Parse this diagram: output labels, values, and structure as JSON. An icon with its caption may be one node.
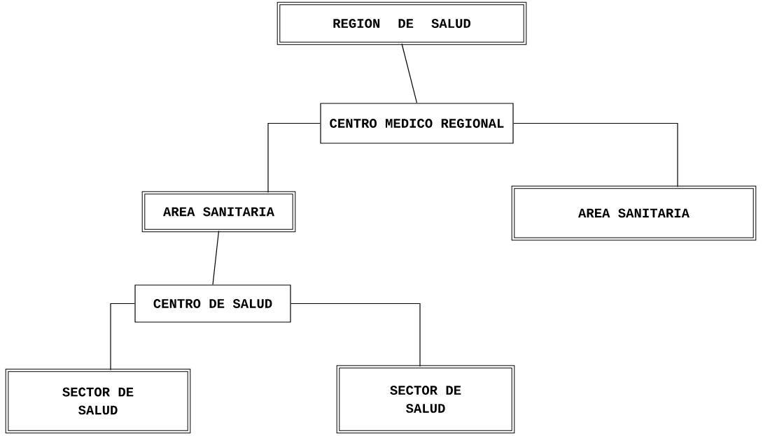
{
  "diagram": {
    "nodes": [
      {
        "text": [
          "REGION DE SALUD"
        ]
      },
      {
        "text": [
          "CENTRO MEDICO REGIONAL"
        ]
      },
      {
        "text": [
          "AREA SANITARIA"
        ]
      },
      {
        "text": [
          "AREA SANITARIA"
        ]
      },
      {
        "text": [
          "CENTRO DE SALUD"
        ]
      },
      {
        "text": [
          "SECTOR DE SALUD"
        ]
      },
      {
        "text": [
          "SECTOR DE SALUD"
        ]
      }
    ],
    "edges": [
      {
        "from": 0,
        "to": 1,
        "arrow": "none"
      },
      {
        "from": 1,
        "to": 2,
        "arrow": "none"
      },
      {
        "from": 1,
        "to": 3,
        "arrow": "none"
      },
      {
        "from": 2,
        "to": 4,
        "arrow": "none"
      },
      {
        "from": 4,
        "to": 5,
        "arrow": "none"
      },
      {
        "from": 4,
        "to": 6,
        "arrow": "none"
      }
    ]
  }
}
